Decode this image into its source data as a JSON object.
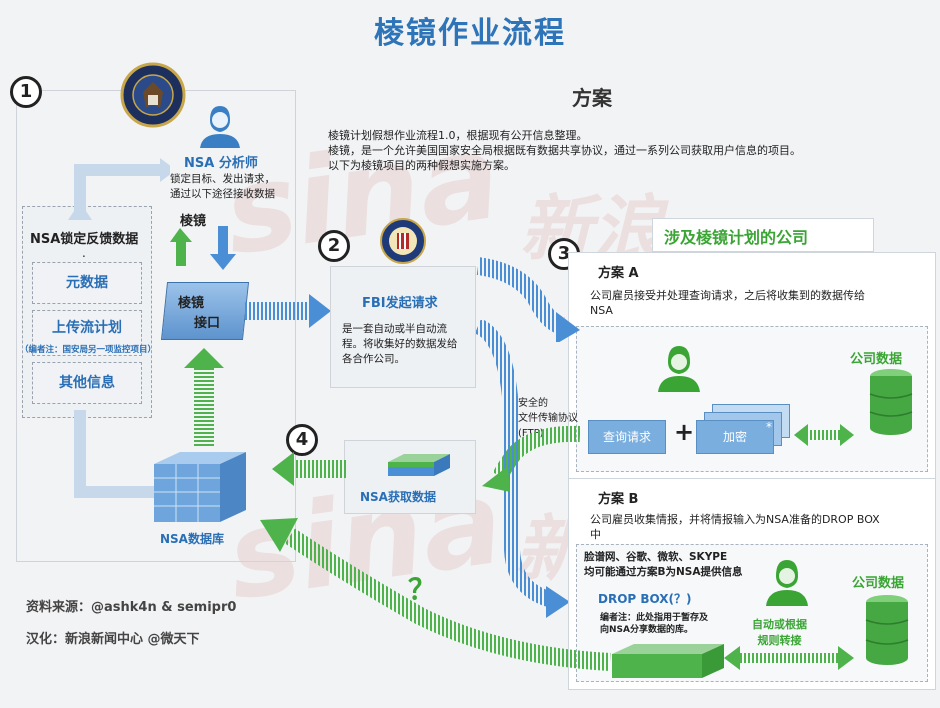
{
  "title": "棱镜作业流程",
  "markers": {
    "n1": "1",
    "n2": "2",
    "n3": "3",
    "n4": "4"
  },
  "scheme": {
    "heading": "方案",
    "desc": "棱镜计划假想作业流程1.0，根据现有公开信息整理。\n棱镜，是一个允许美国国家安全局根据既有数据共享协议，通过一系列公司获取用户信息的项目。\n以下为棱镜项目的两种假想实施方案。"
  },
  "nsa_panel": {
    "feedback_title": "NSA锁定反馈数据",
    "dot": ".",
    "items": [
      "元数据",
      "上传流计划",
      "其他信息"
    ],
    "note": "（编者注：国安局另一项监控项目）"
  },
  "analyst": {
    "label": "NSA 分析师",
    "desc": "锁定目标、发出请求，\n通过以下途径接收数据",
    "prism": "棱镜"
  },
  "prism_interface": {
    "line1": "棱镜",
    "line2": "接口"
  },
  "fbi": {
    "label": "FBI发起请求",
    "desc": "是一套自动或半自动流程。将收集好的数据发给各合作公司。"
  },
  "ftp": "安全的\n文件传输协议\n(FTP)",
  "companies": {
    "heading": "涉及棱镜计划的公司"
  },
  "plan_a": {
    "label": "方案 A",
    "desc": "公司雇员接受并处理查询请求，之后将收集到的数据传给NSA",
    "query": "查询请求",
    "plus": "+",
    "encrypt": "加密",
    "star": "*",
    "company_data": "公司数据"
  },
  "plan_b": {
    "label": "方案 B",
    "desc": "公司雇员收集情报，并将情报输入为NSA准备的DROP BOX中",
    "sub": "脸谱网、谷歌、微软、SKYPE\n均可能通过方案B为NSA提供信息",
    "dropbox": "DROP BOX(？)",
    "note": "编者注：此处指用于暂存及向NSA分享数据的库。",
    "auto": "自动或根据\n规则转接",
    "company_data": "公司数据"
  },
  "nsa_get": "NSA获取数据",
  "nsa_db": "NSA数据库",
  "question": "？",
  "credits": {
    "source": "资料来源：@ashk4n & semipr0",
    "translate": "汉化：新浪新闻中心 @微天下"
  },
  "watermark": {
    "sina": "sina",
    "xinlang": "新浪"
  },
  "colors": {
    "title_blue": "#2e74b8",
    "green": "#4db34a",
    "arrow_blue": "#4a8fd6"
  }
}
